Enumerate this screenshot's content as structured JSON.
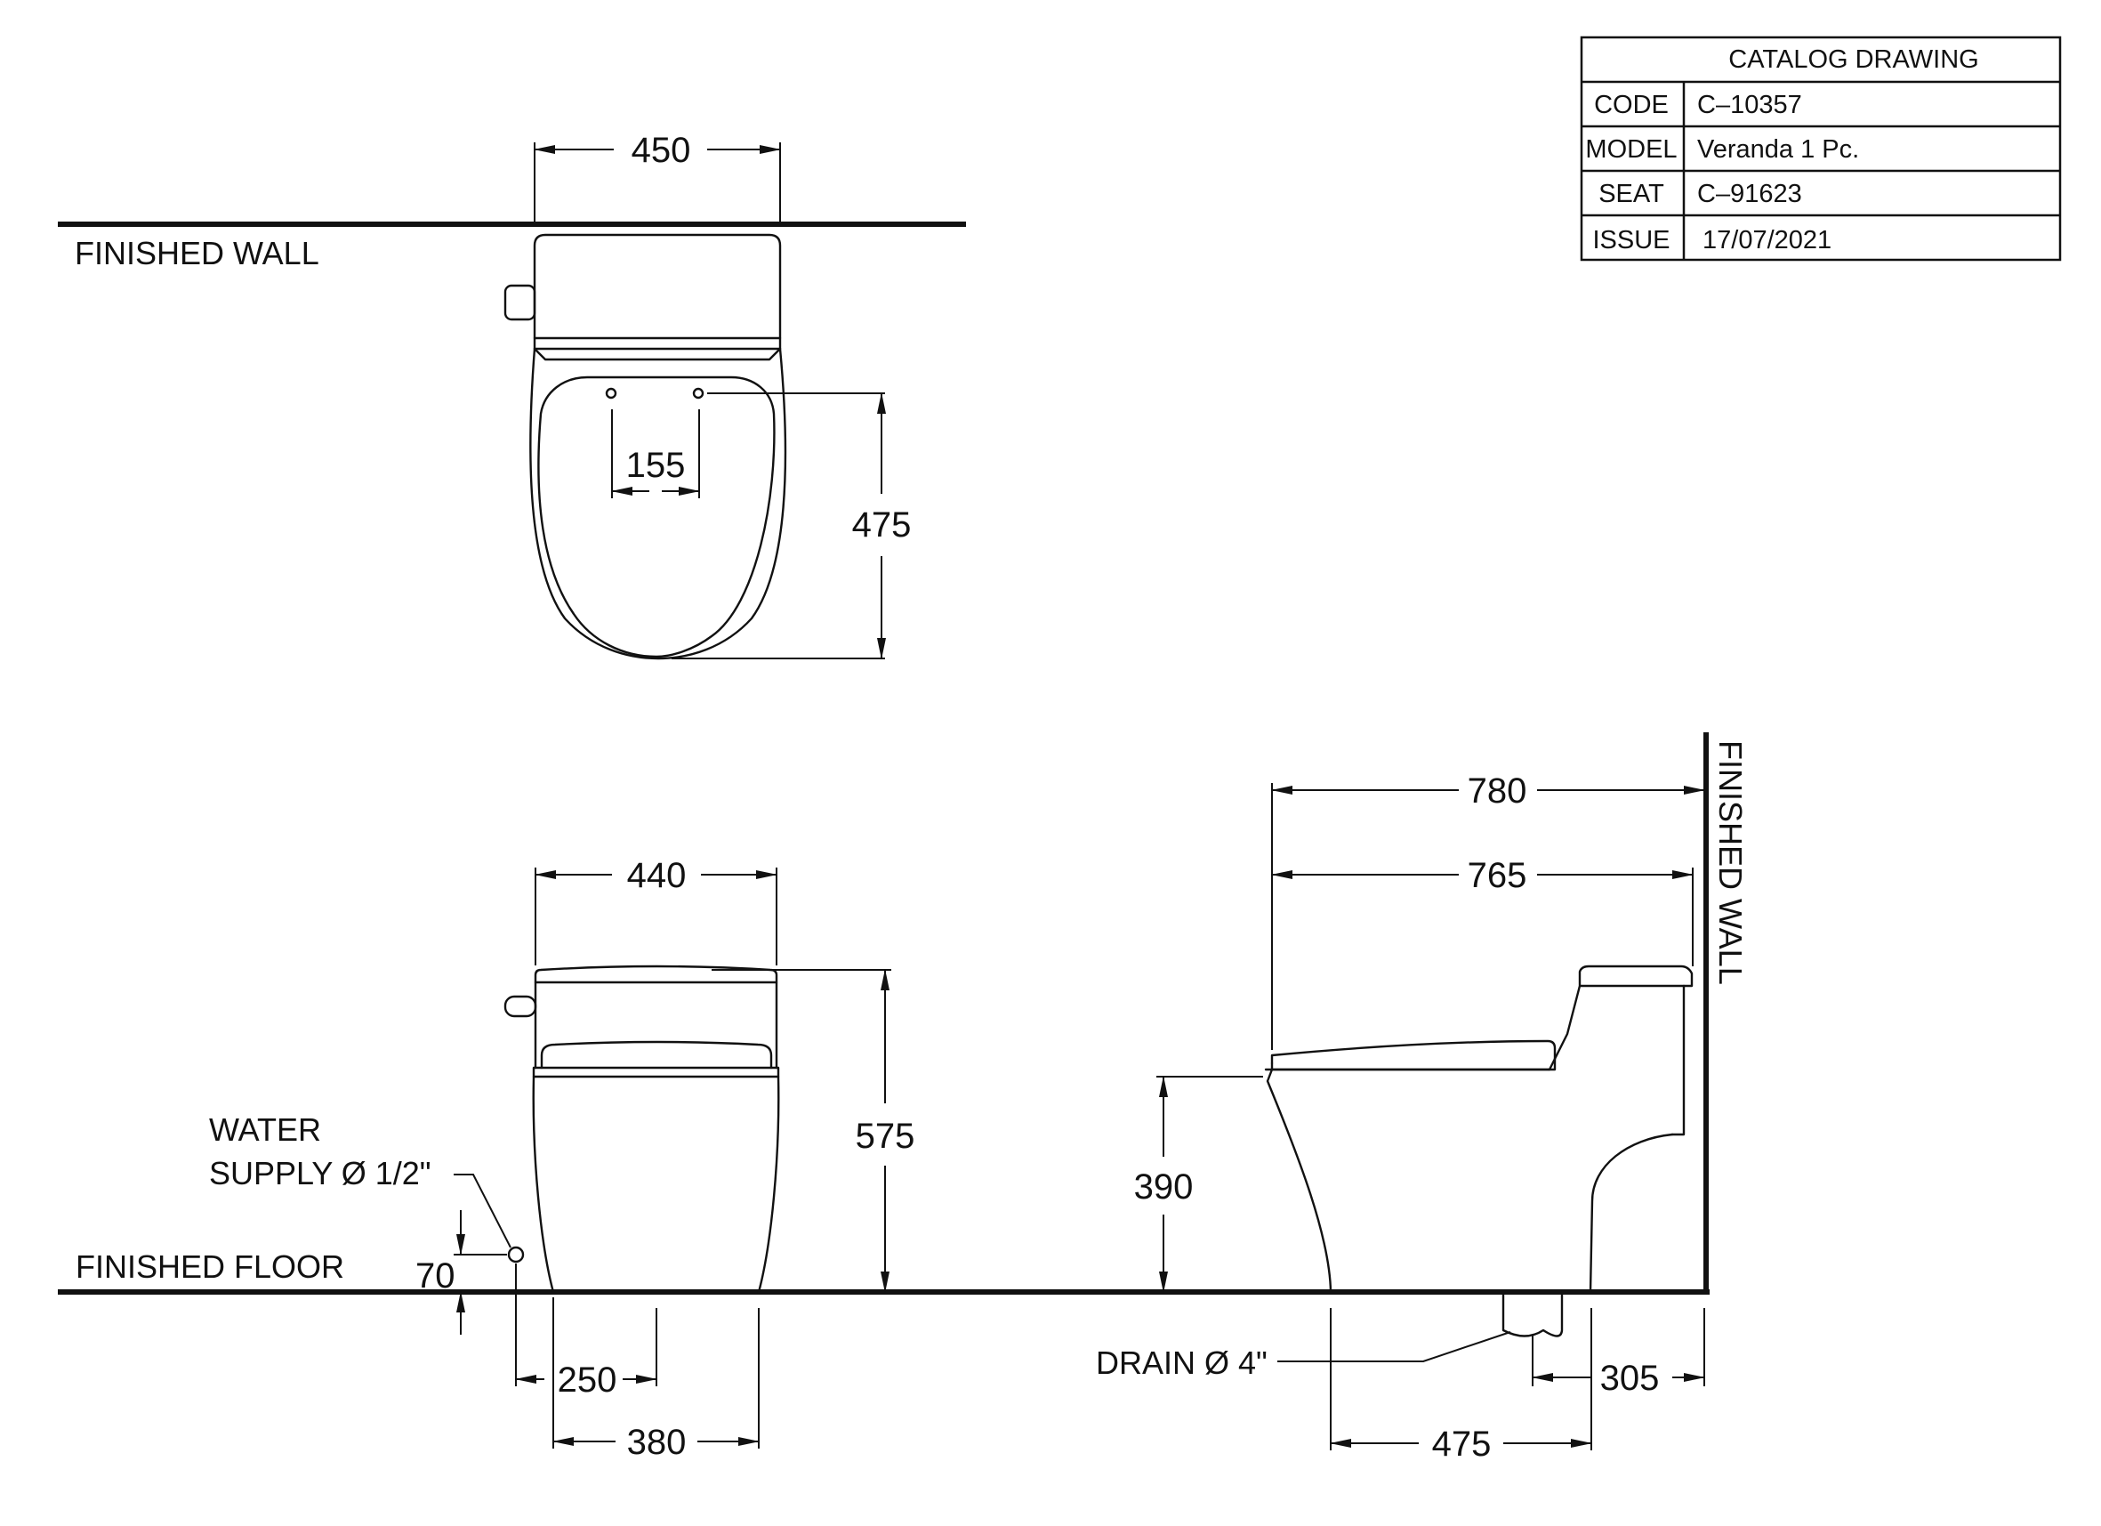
{
  "title_block": {
    "header": "CATALOG  DRAWING",
    "rows": [
      {
        "label": "CODE",
        "value": "C–10357"
      },
      {
        "label": "MODEL",
        "value": "Veranda  1  Pc."
      },
      {
        "label": "SEAT",
        "value": "C–91623"
      },
      {
        "label": "ISSUE",
        "value": "17/07/2021"
      }
    ]
  },
  "labels": {
    "finished_wall_top": "FINISHED WALL",
    "finished_wall_right": "FINISHED WALL",
    "finished_floor": "FINISHED FLOOR",
    "water_supply_line1": "WATER",
    "water_supply_line2": "SUPPLY Ø 1/2\"",
    "drain": "DRAIN Ø 4\""
  },
  "dimensions": {
    "top_width": "450",
    "seat_hinge_spacing": "155",
    "bowl_depth": "475",
    "front_width": "440",
    "total_height": "575",
    "supply_height": "70",
    "supply_offset": "250",
    "base_width": "380",
    "overall_length": "780",
    "body_length": "765",
    "seat_height": "390",
    "base_length": "475",
    "rough_in": "305"
  }
}
